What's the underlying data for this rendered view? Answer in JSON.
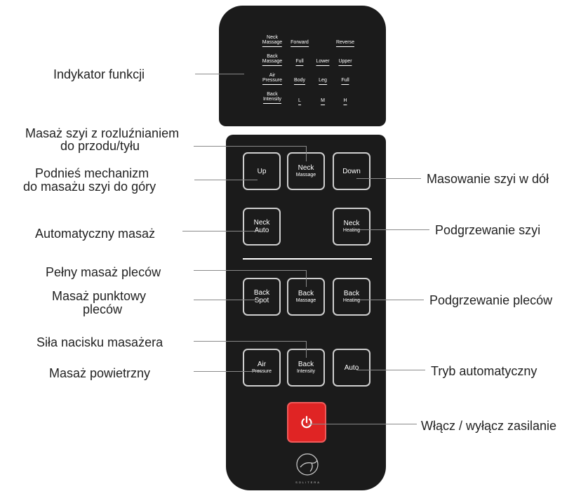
{
  "indicator": {
    "row1": [
      "Neck\nMassage",
      "Forward",
      "",
      "Reverse"
    ],
    "row2": [
      "Back\nMassage",
      "Full",
      "Lower",
      "Upper"
    ],
    "row3": [
      "Air\nPressure",
      "Body",
      "Leg",
      "Full"
    ],
    "row4": [
      "Back\nIntensity",
      "L",
      "M",
      "H"
    ]
  },
  "buttons": {
    "up": {
      "l1": "Up",
      "l2": ""
    },
    "neck_massage": {
      "l1": "Neck",
      "l2": "Massage"
    },
    "down": {
      "l1": "Down",
      "l2": ""
    },
    "neck_auto": {
      "l1": "Neck",
      "l2": "Auto"
    },
    "neck_heating": {
      "l1": "Neck",
      "l2": "Heating"
    },
    "back_spot": {
      "l1": "Back",
      "l2": "Spot"
    },
    "back_massage": {
      "l1": "Back",
      "l2": "Massage"
    },
    "back_heating": {
      "l1": "Back",
      "l2": "Heating"
    },
    "air_pressure": {
      "l1": "Air",
      "l2": "Pressure"
    },
    "back_intensity": {
      "l1": "Back",
      "l2": "Intensity"
    },
    "auto": {
      "l1": "Auto",
      "l2": ""
    }
  },
  "labels": {
    "indicator": "Indykator funkcji",
    "neck_fwd_1": "Masaż szyi z rozluźnianiem",
    "neck_fwd_2": "do przodu/tyłu",
    "raise_1": "Podnieś mechanizm",
    "raise_2": "do masażu szyi do góry",
    "neck_down": "Masowanie szyi w dół",
    "auto_massage": "Automatyczny masaż",
    "neck_heat": "Podgrzewanie szyi",
    "full_back": "Pełny masaż pleców",
    "spot_1": "Masaż punktowy",
    "spot_2": "pleców",
    "back_heat": "Podgrzewanie pleców",
    "intensity": "Siła nacisku masażera",
    "air": "Masaż powietrzny",
    "auto_mode": "Tryb automatyczny",
    "power": "Włącz / wyłącz zasilanie"
  },
  "brand": "SOLITERA",
  "colors": {
    "panel": "#1b1b1b",
    "power": "#e02424",
    "text": "#222222"
  }
}
